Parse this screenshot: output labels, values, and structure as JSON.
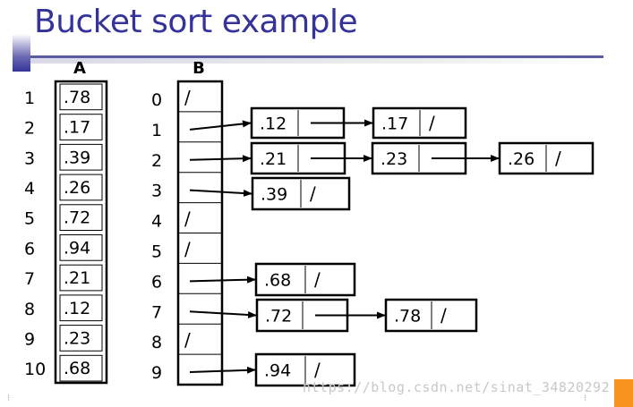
{
  "title": "Bucket sort example",
  "array_a": {
    "label": "A",
    "indices": [
      "1",
      "2",
      "3",
      "4",
      "5",
      "6",
      "7",
      "8",
      "9",
      "10"
    ],
    "values": [
      ".78",
      ".17",
      ".39",
      ".26",
      ".72",
      ".94",
      ".21",
      ".12",
      ".23",
      ".68"
    ]
  },
  "array_b": {
    "label": "B",
    "indices": [
      "0",
      "1",
      "2",
      "3",
      "4",
      "5",
      "6",
      "7",
      "8",
      "9"
    ],
    "empty_mark": "/"
  },
  "buckets": [
    {
      "bucket": "0",
      "items": []
    },
    {
      "bucket": "1",
      "items": [
        ".12",
        ".17"
      ]
    },
    {
      "bucket": "2",
      "items": [
        ".21",
        ".23",
        ".26"
      ]
    },
    {
      "bucket": "3",
      "items": [
        ".39"
      ]
    },
    {
      "bucket": "4",
      "items": []
    },
    {
      "bucket": "5",
      "items": []
    },
    {
      "bucket": "6",
      "items": [
        ".68"
      ]
    },
    {
      "bucket": "7",
      "items": [
        ".72",
        ".78"
      ]
    },
    {
      "bucket": "8",
      "items": []
    },
    {
      "bucket": "9",
      "items": [
        ".94"
      ]
    }
  ],
  "null_mark": "/",
  "watermark": "https://blog.csdn.net/sinat_34820292"
}
